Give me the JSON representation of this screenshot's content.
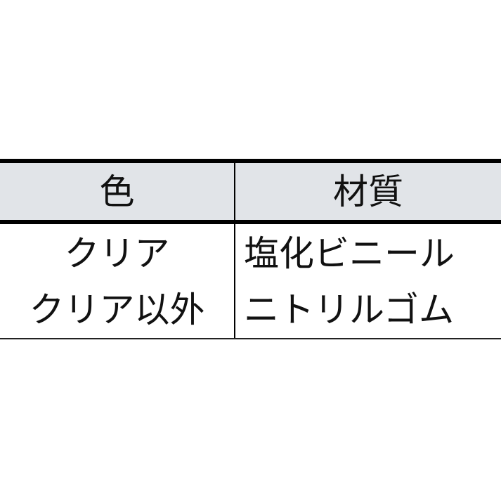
{
  "table": {
    "headers": [
      {
        "label": "色"
      },
      {
        "label": "材質"
      }
    ],
    "rows": [
      {
        "color": [
          "クリア",
          "クリア以外"
        ],
        "material": [
          "塩化ビニール",
          "ニトリルゴム"
        ]
      }
    ]
  },
  "colors": {
    "header_background": "#e1e4e8",
    "border": "#000000",
    "text": "#111111",
    "page_background": "#ffffff"
  }
}
